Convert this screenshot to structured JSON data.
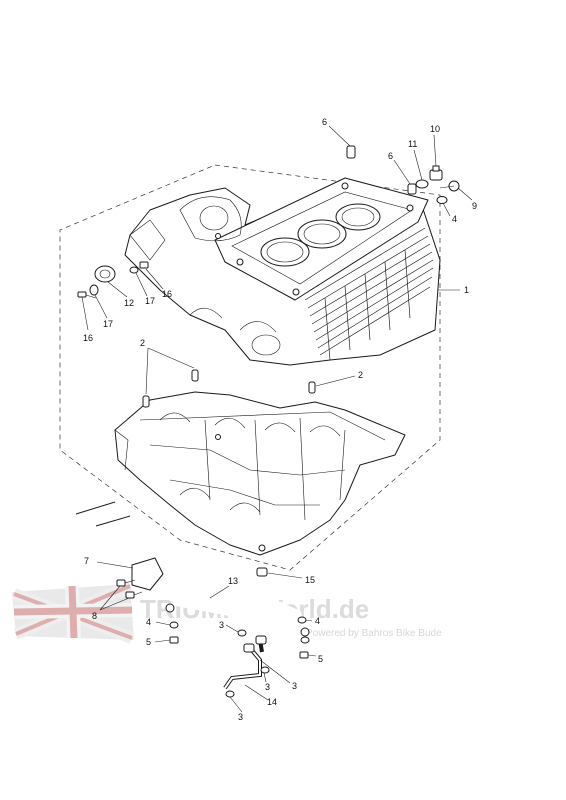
{
  "diagram": {
    "callouts": [
      "1",
      "2",
      "2",
      "3",
      "3",
      "3",
      "3",
      "4",
      "4",
      "4",
      "5",
      "5",
      "6",
      "6",
      "7",
      "8",
      "9",
      "10",
      "11",
      "12",
      "13",
      "14",
      "15",
      "16",
      "16",
      "17",
      "17"
    ]
  },
  "watermark": {
    "main": "TRIUMPHWorld.de",
    "sub": "Powered by Bahros Bike Bude"
  }
}
